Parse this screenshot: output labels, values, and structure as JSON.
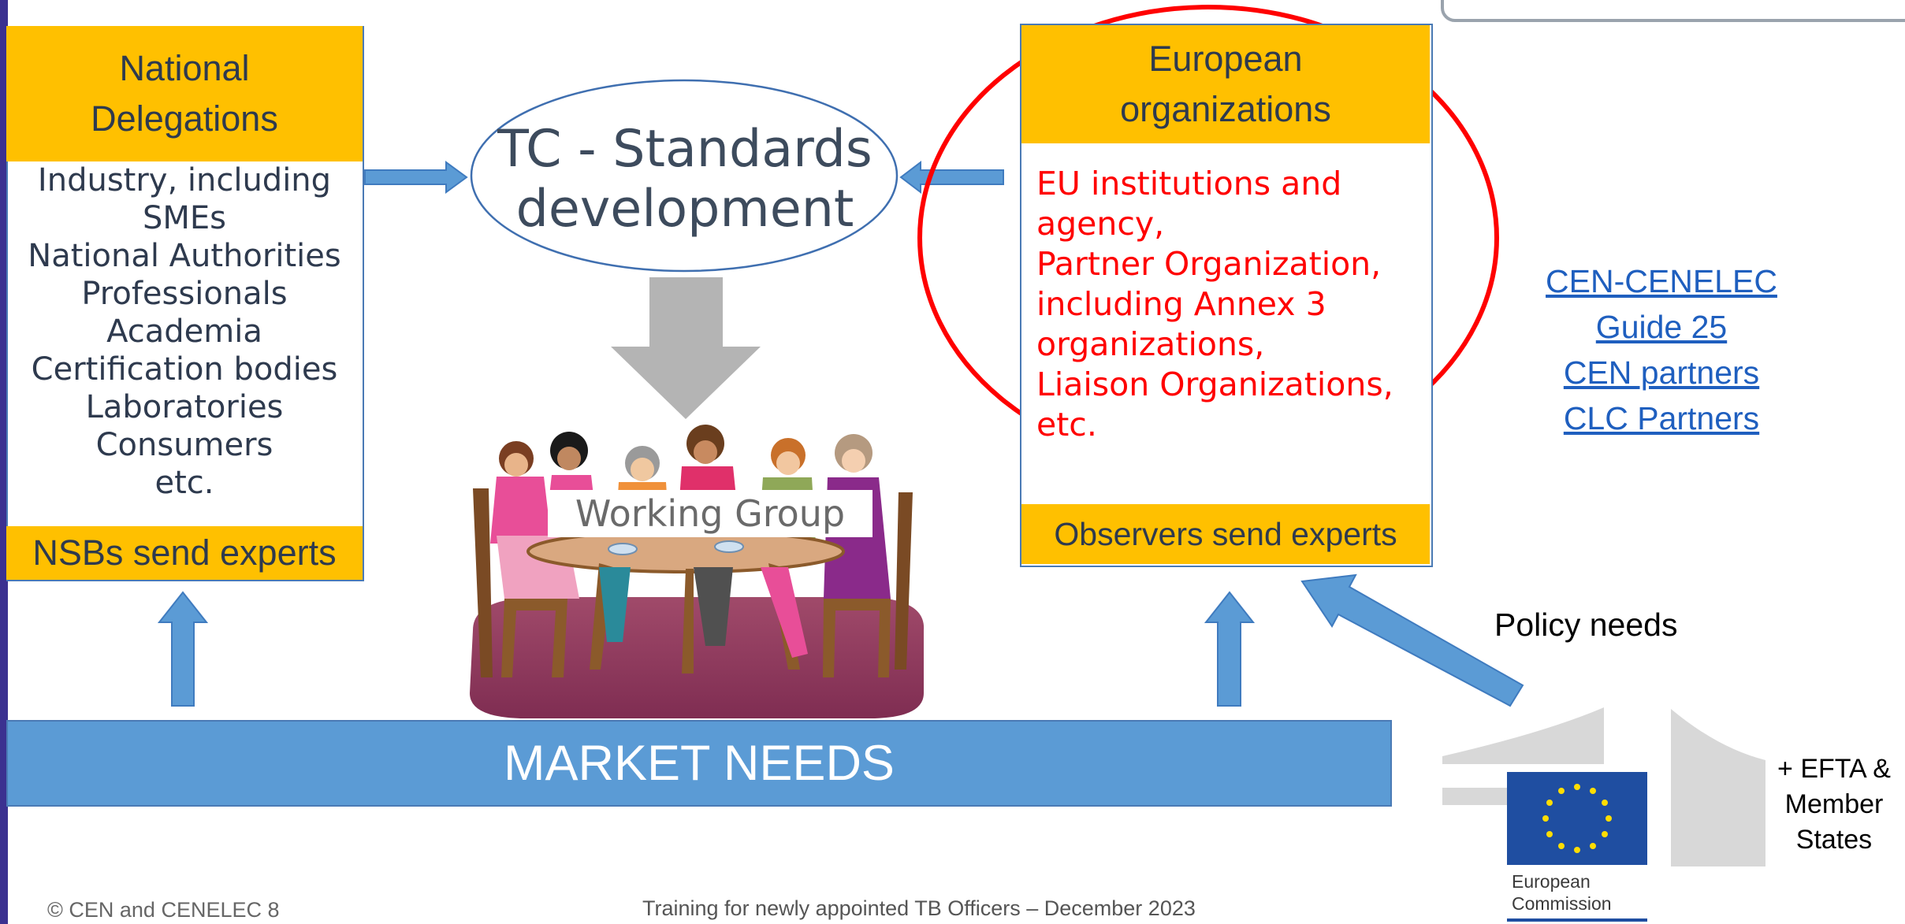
{
  "national_delegations": {
    "title": "National\nDelegations",
    "members": [
      "Industry, including",
      "SMEs",
      "National Authorities",
      "Professionals",
      "Academia",
      "Certification bodies",
      "Laboratories",
      "Consumers",
      "etc."
    ],
    "footer": "NSBs send experts"
  },
  "tc": {
    "label_line1": "TC - Standards",
    "label_line2": "development"
  },
  "working_group": {
    "label": "Working Group"
  },
  "european_organizations": {
    "title": "European\norganizations",
    "members": [
      "EU institutions and",
      "agency,",
      "Partner Organization,",
      "including Annex 3",
      "organizations,",
      "Liaison Organizations,",
      "etc."
    ],
    "footer": "Observers send experts"
  },
  "links": [
    "CEN-CENELEC",
    "Guide 25",
    "CEN partners",
    "CLC Partners"
  ],
  "market_needs": "MARKET NEEDS",
  "policy_needs": "Policy needs",
  "efta": [
    "+ EFTA &",
    "Member",
    "States"
  ],
  "ec_logo_text": "European\nCommission",
  "footer": {
    "copyright": "© CEN and CENELEC  8",
    "training": "Training for newly appointed TB Officers – December 2023"
  },
  "colors": {
    "yellow": "#ffc000",
    "blue": "#5b9bd5",
    "red": "#ff0000",
    "eu_blue": "#1f4ea1",
    "eu_star": "#ffdd00"
  }
}
